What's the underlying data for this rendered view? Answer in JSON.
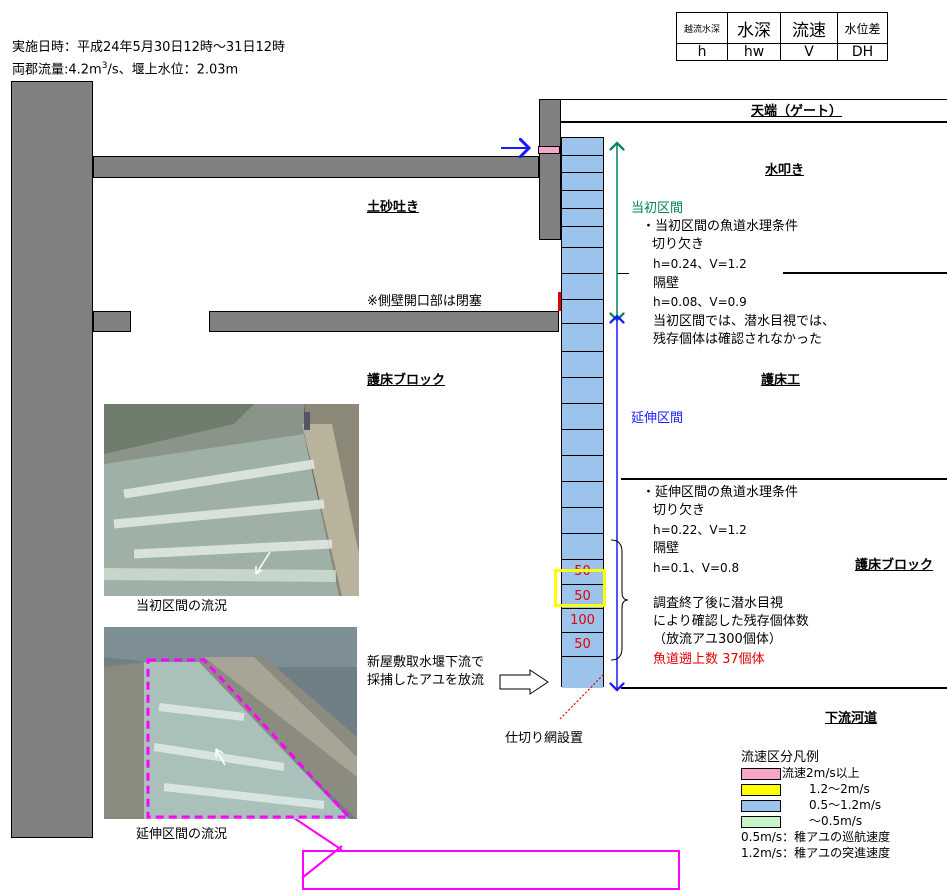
{
  "header": {
    "line1": "実施日時：平成24年5月30日12時～31日12時",
    "line2_prefix": "両郡流量:4.2m",
    "line2_sup": "3",
    "line2_suffix": "/s、堰上水位：2.03m"
  },
  "legend_table": {
    "row1": [
      "越流水深",
      "水深",
      "流速",
      "水位差"
    ],
    "row2": [
      "h",
      "hw",
      "V",
      "DH"
    ]
  },
  "labels": {
    "tenbata": "天端（ゲート）",
    "mizutataki": "水叩き",
    "dosha": "土砂吐き",
    "sokuheki": "※側壁開口部は閉塞",
    "gosho_block_left": "護床ブロック",
    "goshoko": "護床工",
    "gosho_block_right": "護床ブロック",
    "karyu": "下流河道",
    "shikiri": "仕切り網設置",
    "release_line1": "新屋敷取水堰下流で",
    "release_line2": "採捕したアユを放流"
  },
  "section_initial": {
    "title": "当初区間",
    "cond_title": "・当初区間の魚道水理条件",
    "kirikaki": "切り欠き",
    "kirikaki_val": "h=0.24、V=1.2",
    "kakuheki": "隔壁",
    "kakuheki_val": "h=0.08、V=0.9",
    "note1": "当初区間では、潜水目視では、",
    "note2": "残存個体は確認されなかった"
  },
  "section_extended": {
    "title": "延伸区間",
    "cond_title": "・延伸区間の魚道水理条件",
    "kirikaki": "切り欠き",
    "kirikaki_val": "h=0.22、V=1.2",
    "kakuheki": "隔壁",
    "kakuheki_val": "h=0.1、V=0.8",
    "count1": "調査終了後に潜水目視",
    "count2": "により確認した残存個体数",
    "count3": "（放流アユ300個体）",
    "ascent": "魚道遡上数 37個体"
  },
  "pool_counts": [
    "50",
    "50",
    "100",
    "50"
  ],
  "photos": {
    "initial_caption": "当初区間の流況",
    "extended_caption": "延伸区間の流況"
  },
  "speed_legend": {
    "title": "流速区分凡例",
    "items": [
      {
        "label": "流速2m/s以上",
        "color": "#f7a6c8"
      },
      {
        "label": "1.2～2m/s",
        "color": "#ffff00"
      },
      {
        "label": "0.5～1.2m/s",
        "color": "#9cc3ec"
      },
      {
        "label": "～0.5m/s",
        "color": "#c8f5c8"
      }
    ],
    "note1": "0.5m/s：稚アユの巡航速度",
    "note2": "1.2m/s：稚アユの突進速度"
  },
  "colors": {
    "wall": "#808080",
    "pool": "#9cc3ec",
    "initial_arrow": "#008060",
    "extended_arrow": "#1a1aff",
    "red": "#e00000",
    "magenta": "#ff00ff"
  }
}
